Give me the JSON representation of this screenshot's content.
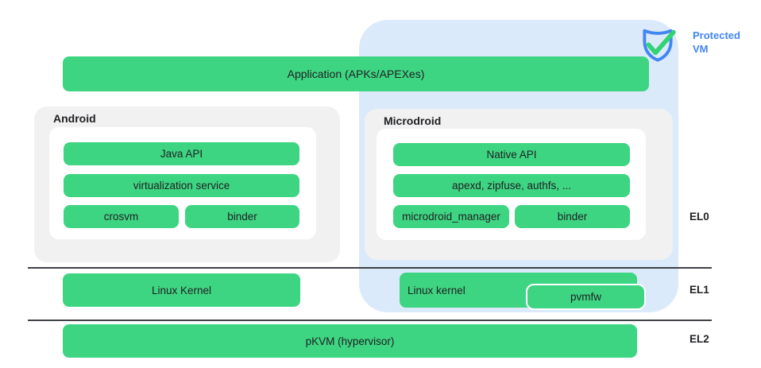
{
  "colors": {
    "bar_green": "#3ed582",
    "protected_vm_fill": "#dbeafa",
    "protected_vm_blue": "#4285f4",
    "group_box_gray": "#f1f1f1",
    "divider_line": "#3f4246",
    "text_dark": "#202124",
    "check_green": "#31d374"
  },
  "protected_vm": {
    "label_line1": "Protected",
    "label_line2": "VM",
    "icon": "shield-check"
  },
  "application_bar": {
    "label": "Application (APKs/APEXes)"
  },
  "android": {
    "title": "Android",
    "bars": {
      "java_api": "Java API",
      "virtualization_service": "virtualization service",
      "crosvm": "crosvm",
      "binder": "binder"
    }
  },
  "microdroid": {
    "title": "Microdroid",
    "bars": {
      "native_api": "Native API",
      "system_services": "apexd, zipfuse, authfs, ...",
      "microdroid_manager": "microdroid_manager",
      "binder": "binder"
    }
  },
  "exception_levels": {
    "el0": "EL0",
    "el1": "EL1",
    "el2": "EL2"
  },
  "kernel_row": {
    "host_kernel": "Linux Kernel",
    "vm_kernel": "Linux kernel",
    "pvmfw": "pvmfw"
  },
  "hypervisor": {
    "label": "pKVM (hypervisor)"
  }
}
